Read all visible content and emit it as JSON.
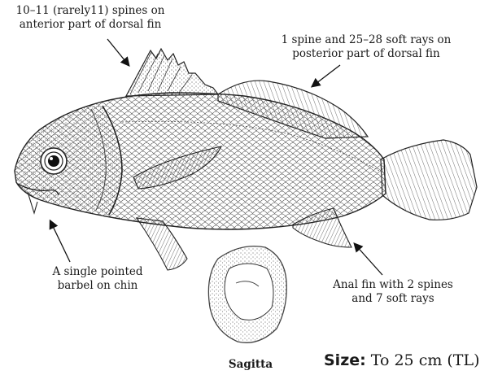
{
  "labels": {
    "dorsal_anterior": [
      "10–11 (rarely11) spines on",
      "anterior part of dorsal fin"
    ],
    "dorsal_posterior": [
      "1 spine and 25–28 soft rays on",
      "posterior part of dorsal fin"
    ],
    "barbel": [
      "A single pointed",
      "barbel on chin"
    ],
    "anal_fin": [
      "Anal fin with 2 spines",
      "and 7 soft rays"
    ]
  },
  "sagitta_label": "Sagitta",
  "size": {
    "label": "Size:",
    "value": "To 25 cm (TL)"
  }
}
